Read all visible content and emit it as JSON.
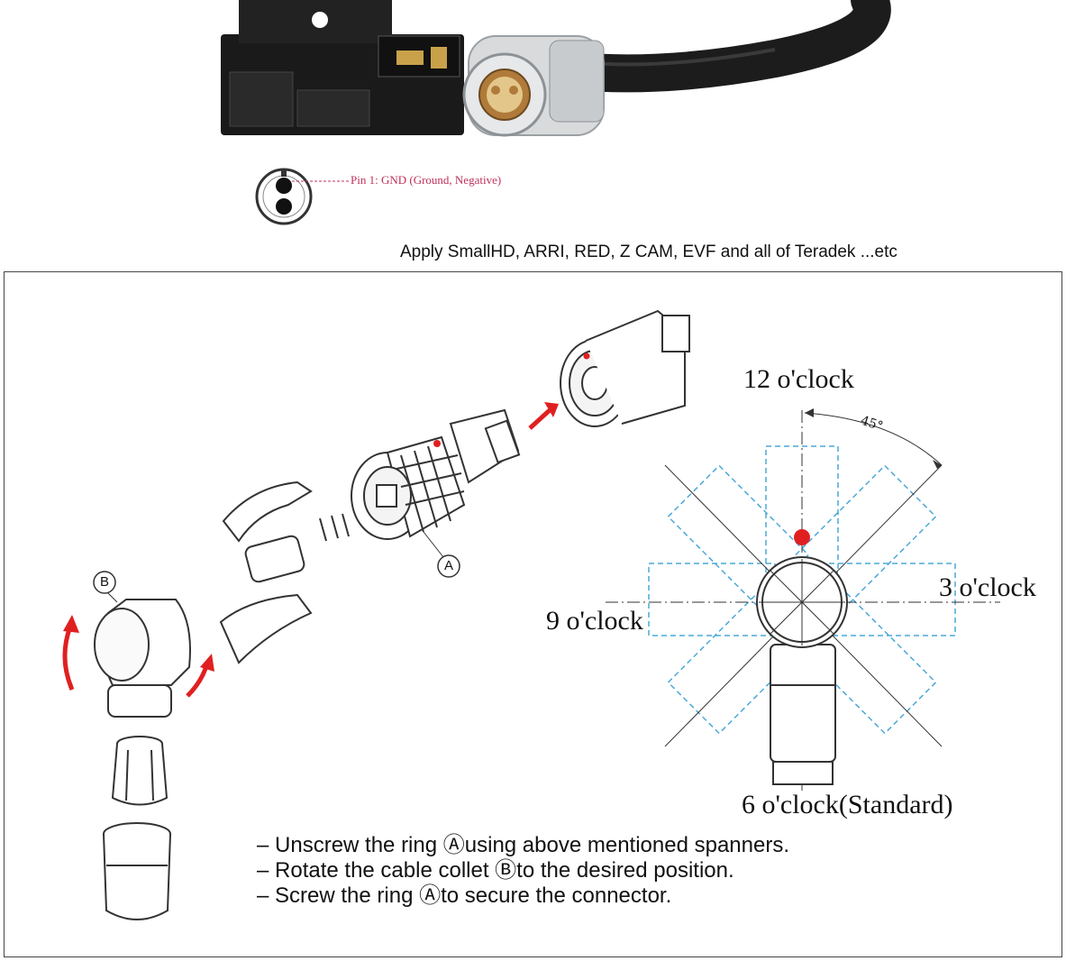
{
  "product": {
    "pin_label": "Pin 1: GND (Ground, Negative)",
    "compatibility": "Apply SmallHD, ARRI, RED, Z CAM, EVF and all of Teradek ...etc"
  },
  "diagram": {
    "callout_a": "A",
    "callout_b": "B",
    "angle_label": "45°",
    "clock_12": "12 o'clock",
    "clock_3": "3 o'clock",
    "clock_9": "9 o'clock",
    "clock_6": "6 o'clock(Standard)",
    "instructions": [
      {
        "prefix": "– Unscrew the ring ",
        "symbol": "Ⓐ",
        "suffix": "using above mentioned spanners."
      },
      {
        "prefix": "– Rotate the cable collet ",
        "symbol": "Ⓑ",
        "suffix": "to the desired position."
      },
      {
        "prefix": "– Screw the ring ",
        "symbol": "Ⓐ",
        "suffix": "to secure the connector."
      }
    ]
  },
  "colors": {
    "accent_red": "#e02020",
    "dashed_blue": "#4aa8d8",
    "pin_label": "#c0305a"
  }
}
